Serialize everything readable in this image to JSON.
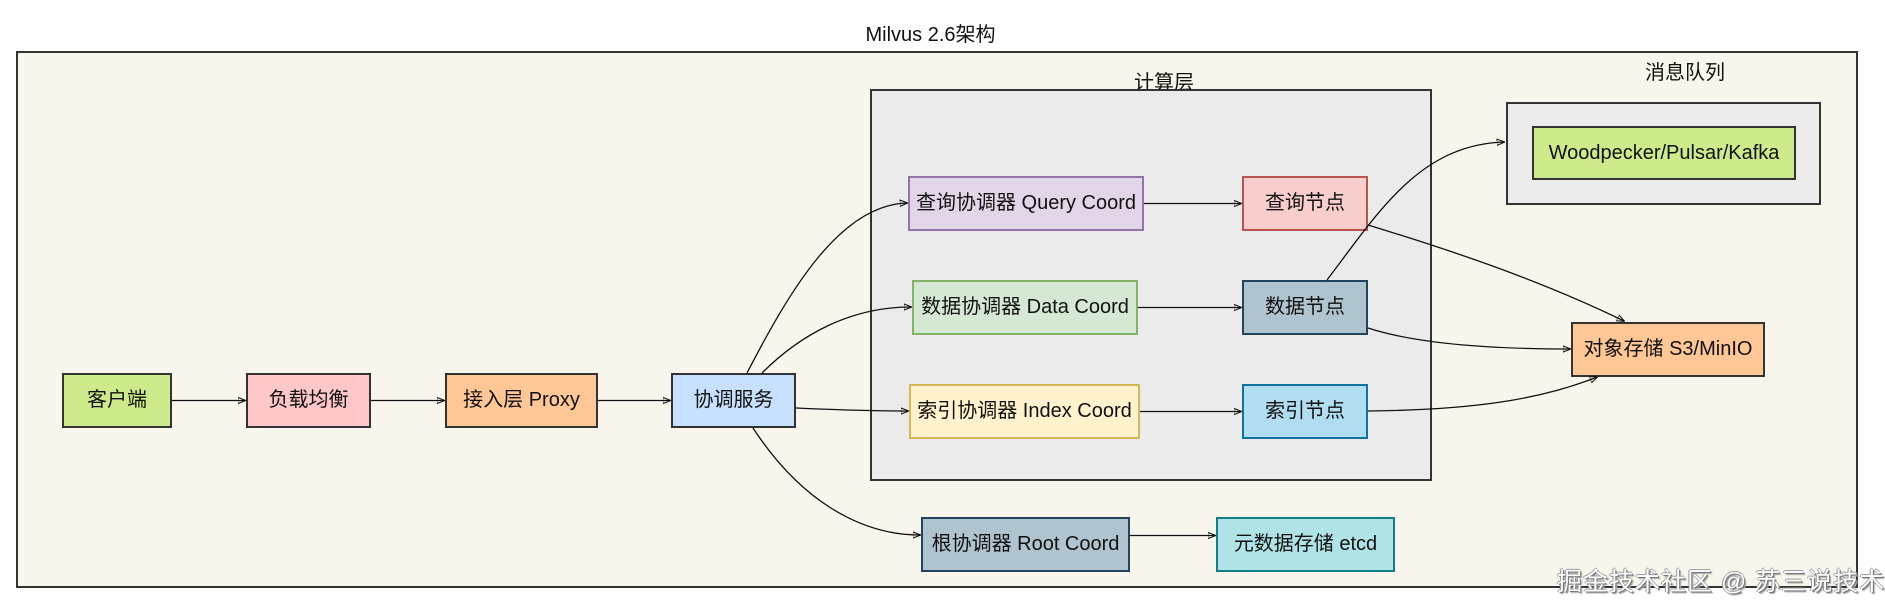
{
  "title": "Milvus 2.6架构",
  "groups": {
    "compute": {
      "label": "计算层"
    },
    "message_queue": {
      "label": "消息队列"
    }
  },
  "nodes": {
    "client": {
      "label": "客户端",
      "fill": "#cdeb8b",
      "stroke": "#333333"
    },
    "load_balancer": {
      "label": "负载均衡",
      "fill": "#ffc7c7",
      "stroke": "#333333"
    },
    "proxy": {
      "label": "接入层 Proxy",
      "fill": "#ffc795",
      "stroke": "#333333"
    },
    "coordinator": {
      "label": "协调服务",
      "fill": "#c6e0fd",
      "stroke": "#333333"
    },
    "query_coord": {
      "label": "查询协调器 Query Coord",
      "fill": "#e1d5e7",
      "stroke": "#9673a6"
    },
    "data_coord": {
      "label": "数据协调器 Data Coord",
      "fill": "#d5e8d4",
      "stroke": "#82b366"
    },
    "index_coord": {
      "label": "索引协调器 Index Coord",
      "fill": "#fff2cc",
      "stroke": "#d6b656"
    },
    "root_coord": {
      "label": "根协调器 Root Coord",
      "fill": "#b0c4d0",
      "stroke": "#23445d"
    },
    "query_node": {
      "label": "查询节点",
      "fill": "#f8cecc",
      "stroke": "#b85450"
    },
    "data_node": {
      "label": "数据节点",
      "fill": "#b0c4d0",
      "stroke": "#23445d"
    },
    "index_node": {
      "label": "索引节点",
      "fill": "#b1ddf0",
      "stroke": "#10739e"
    },
    "etcd": {
      "label": "元数据存储 etcd",
      "fill": "#b0e3e6",
      "stroke": "#0e8088"
    },
    "object_storage": {
      "label": "对象存储 S3/MinIO",
      "fill": "#ffc795",
      "stroke": "#333333"
    },
    "mq": {
      "label": "Woodpecker/Pulsar/Kafka",
      "fill": "#cdeb8b",
      "stroke": "#333333"
    }
  },
  "edges": [
    {
      "from": "client",
      "to": "load_balancer"
    },
    {
      "from": "load_balancer",
      "to": "proxy"
    },
    {
      "from": "proxy",
      "to": "coordinator"
    },
    {
      "from": "coordinator",
      "to": "query_coord"
    },
    {
      "from": "coordinator",
      "to": "data_coord"
    },
    {
      "from": "coordinator",
      "to": "index_coord"
    },
    {
      "from": "coordinator",
      "to": "root_coord"
    },
    {
      "from": "query_coord",
      "to": "query_node"
    },
    {
      "from": "data_coord",
      "to": "data_node"
    },
    {
      "from": "index_coord",
      "to": "index_node"
    },
    {
      "from": "root_coord",
      "to": "etcd"
    },
    {
      "from": "data_node",
      "to": "message_queue"
    },
    {
      "from": "query_node",
      "to": "object_storage"
    },
    {
      "from": "data_node",
      "to": "object_storage"
    },
    {
      "from": "index_node",
      "to": "object_storage"
    }
  ],
  "watermark": "掘金技术社区 @ 苏三说技术"
}
